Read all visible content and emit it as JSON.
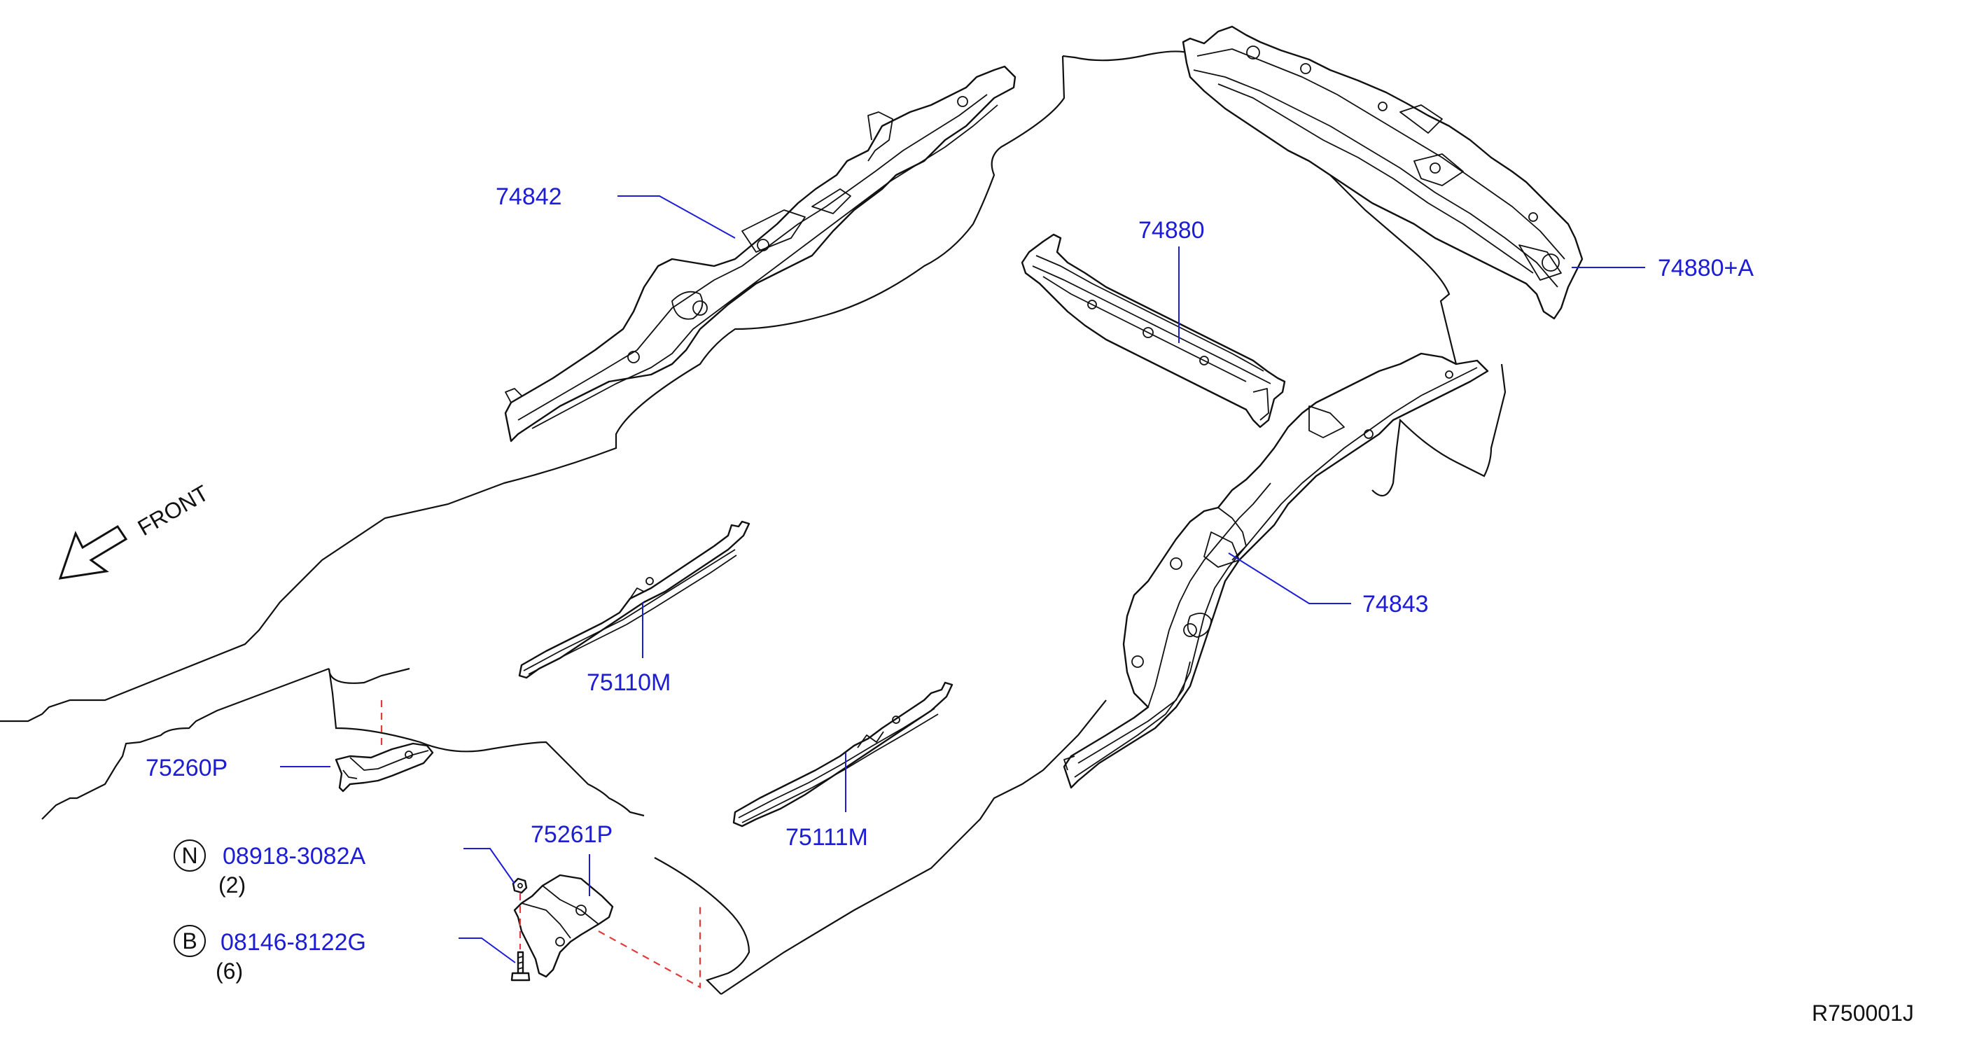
{
  "parts": [
    {
      "id": "p74842",
      "label": "74842"
    },
    {
      "id": "p74880",
      "label": "74880"
    },
    {
      "id": "p74880A",
      "label": "74880+A"
    },
    {
      "id": "p74843",
      "label": "74843"
    },
    {
      "id": "p75110M",
      "label": "75110M"
    },
    {
      "id": "p75111M",
      "label": "75111M"
    },
    {
      "id": "p75260P",
      "label": "75260P"
    },
    {
      "id": "p75261P",
      "label": "75261P"
    }
  ],
  "fasteners": [
    {
      "symbol": "N",
      "part_number": "08918-3082A",
      "qty": "(2)"
    },
    {
      "symbol": "B",
      "part_number": "08146-8122G",
      "qty": "(6)"
    }
  ],
  "direction_label": "FRONT",
  "diagram_code": "R750001J",
  "colors": {
    "label": "#1d1dd6",
    "line": "#111111",
    "dashed": "#e23b3b"
  }
}
